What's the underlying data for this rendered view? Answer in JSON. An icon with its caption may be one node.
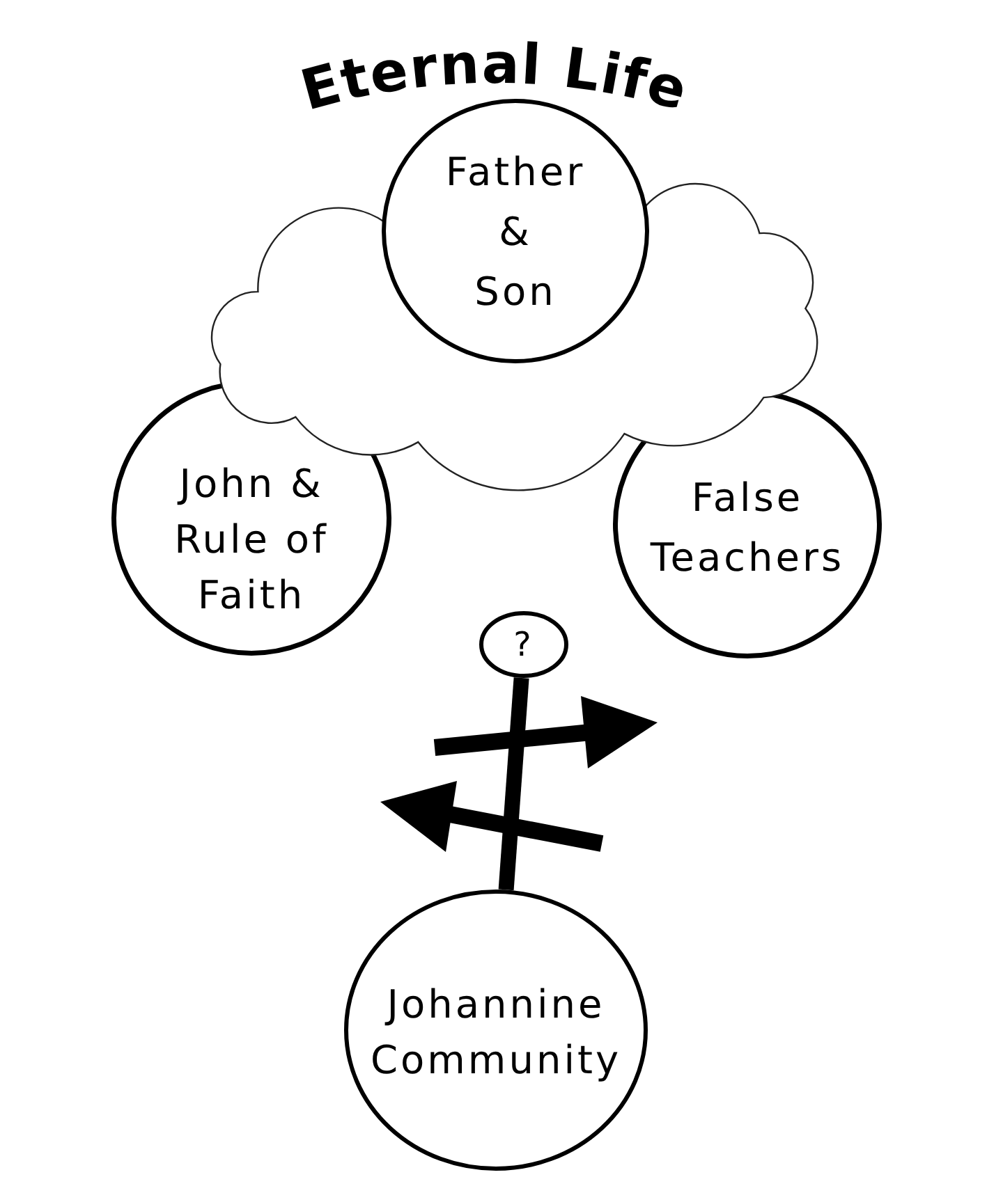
{
  "diagram": {
    "title": "Eternal Life",
    "nodes": [
      {
        "text": [
          "Father & Son"
        ]
      },
      {
        "text": [],
        "shape": "cloud"
      },
      {
        "text": [
          "John & Rule of Faith"
        ]
      },
      {
        "text": [
          "False Teachers"
        ]
      },
      {
        "text": [
          "?"
        ]
      },
      {
        "text": [
          "Johannine Community"
        ]
      }
    ],
    "edges": [
      {
        "from": 4,
        "to": 5,
        "arrow": "none"
      }
    ]
  }
}
